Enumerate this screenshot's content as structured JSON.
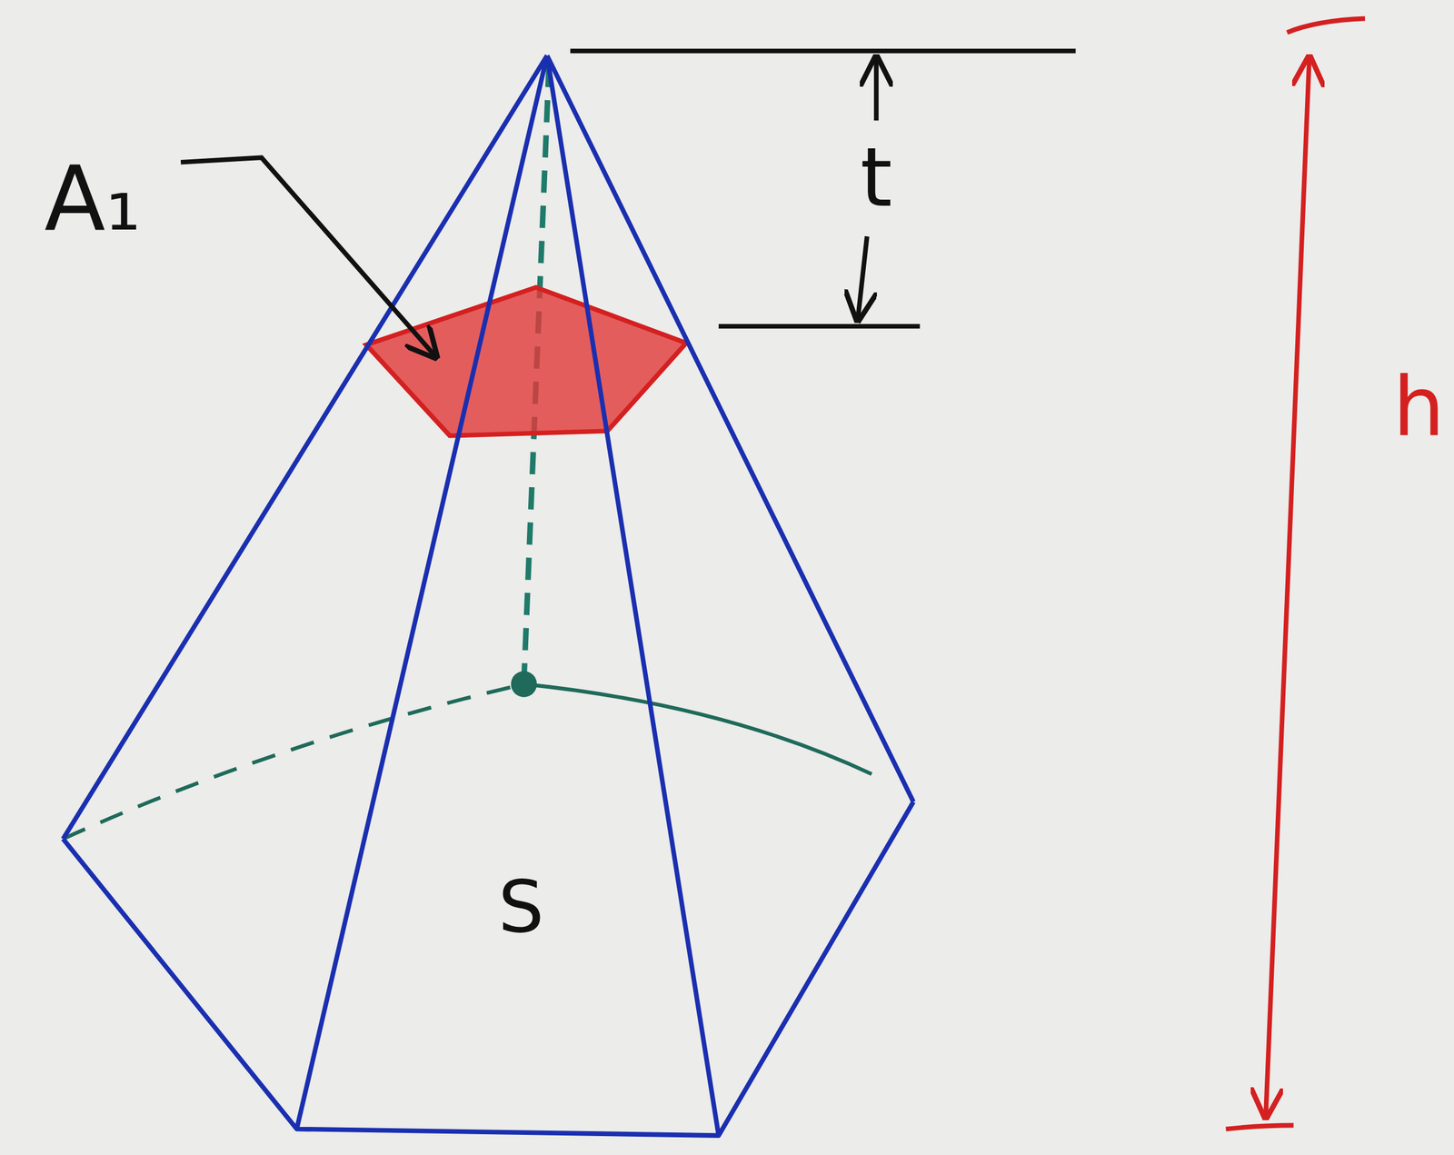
{
  "diagram": {
    "labels": [
      "A₁",
      "t",
      "h",
      "S"
    ]
  }
}
